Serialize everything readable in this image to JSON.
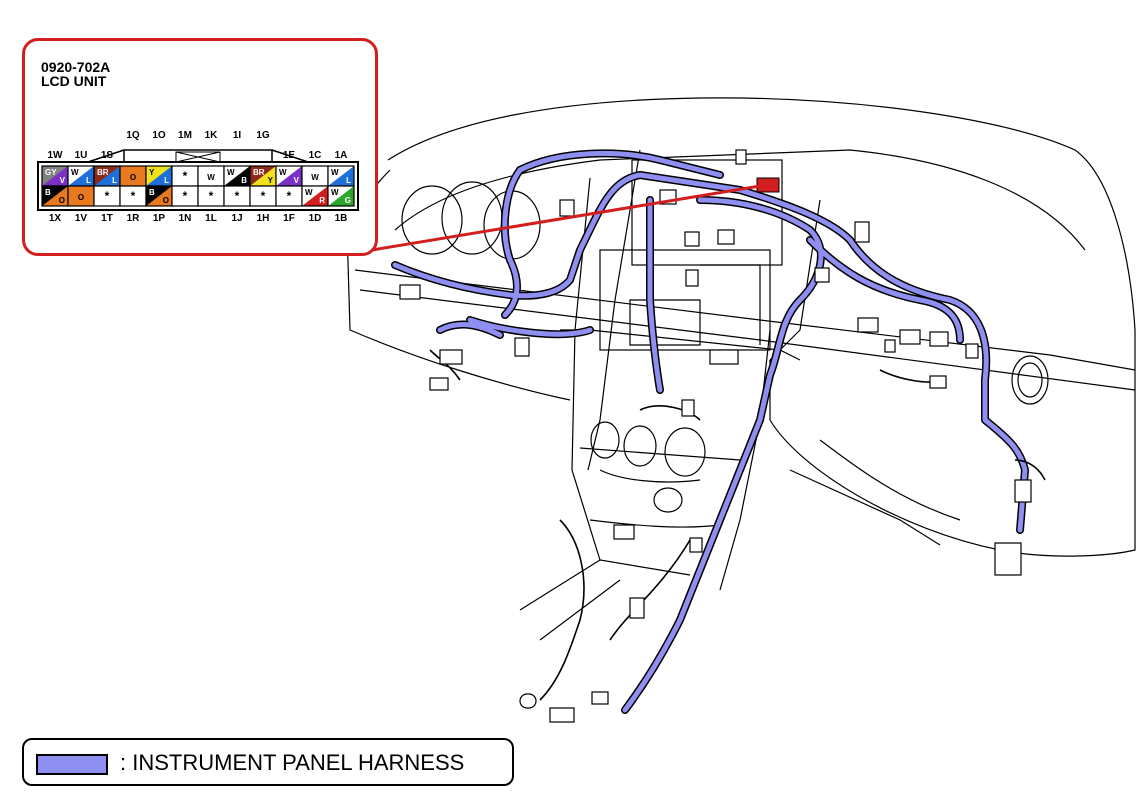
{
  "connector": {
    "part_number": "0920-702A",
    "name": "LCD UNIT",
    "top_labels": [
      {
        "id": "1W"
      },
      {
        "id": "1U"
      },
      {
        "id": "1S"
      },
      {
        "id": "1Q"
      },
      {
        "id": "1O"
      },
      {
        "id": "1M"
      },
      {
        "id": "1K"
      },
      {
        "id": "1I"
      },
      {
        "id": "1G"
      },
      {
        "id": "1E"
      },
      {
        "id": "1C"
      },
      {
        "id": "1A"
      }
    ],
    "bottom_labels": [
      {
        "id": "1X"
      },
      {
        "id": "1V"
      },
      {
        "id": "1T"
      },
      {
        "id": "1R"
      },
      {
        "id": "1P"
      },
      {
        "id": "1N"
      },
      {
        "id": "1L"
      },
      {
        "id": "1J"
      },
      {
        "id": "1H"
      },
      {
        "id": "1F"
      },
      {
        "id": "1D"
      },
      {
        "id": "1B"
      }
    ],
    "top_row": [
      {
        "text": "GY",
        "text2": "V",
        "colors": [
          "#808080",
          "#7b2fc9"
        ]
      },
      {
        "text": "W",
        "text2": "L",
        "colors": [
          "#ffffff",
          "#1e6fd9"
        ]
      },
      {
        "text": "BR",
        "text2": "L",
        "colors": [
          "#8b2a1a",
          "#1e6fd9"
        ]
      },
      {
        "text": "O",
        "text2": "",
        "colors": [
          "#e8791e"
        ]
      },
      {
        "text": "Y",
        "text2": "L",
        "colors": [
          "#f2e21b",
          "#1e6fd9"
        ]
      },
      {
        "text": "*",
        "text2": "",
        "colors": [
          "#ffffff"
        ]
      },
      {
        "text": "W",
        "text2": "",
        "colors": [
          "#ffffff"
        ]
      },
      {
        "text": "W",
        "text2": "B",
        "colors": [
          "#ffffff",
          "#000000"
        ]
      },
      {
        "text": "BR",
        "text2": "Y",
        "colors": [
          "#8b2a1a",
          "#f2e21b"
        ]
      },
      {
        "text": "W",
        "text2": "V",
        "colors": [
          "#ffffff",
          "#7b2fc9"
        ]
      },
      {
        "text": "W",
        "text2": "",
        "colors": [
          "#ffffff"
        ]
      },
      {
        "text": "W",
        "text2": "L",
        "colors": [
          "#ffffff",
          "#1e6fd9"
        ]
      }
    ],
    "bottom_row": [
      {
        "text": "B",
        "text2": "O",
        "colors": [
          "#000000",
          "#e8791e"
        ]
      },
      {
        "text": "O",
        "text2": "",
        "colors": [
          "#e8791e"
        ]
      },
      {
        "text": "*",
        "text2": "",
        "colors": [
          "#ffffff"
        ]
      },
      {
        "text": "*",
        "text2": "",
        "colors": [
          "#ffffff"
        ]
      },
      {
        "text": "B",
        "text2": "O",
        "colors": [
          "#000000",
          "#e8791e"
        ]
      },
      {
        "text": "*",
        "text2": "",
        "colors": [
          "#ffffff"
        ]
      },
      {
        "text": "*",
        "text2": "",
        "colors": [
          "#ffffff"
        ]
      },
      {
        "text": "*",
        "text2": "",
        "colors": [
          "#ffffff"
        ]
      },
      {
        "text": "*",
        "text2": "",
        "colors": [
          "#ffffff"
        ]
      },
      {
        "text": "*",
        "text2": "",
        "colors": [
          "#ffffff"
        ]
      },
      {
        "text": "W",
        "text2": "R",
        "colors": [
          "#ffffff",
          "#d21e1e"
        ]
      },
      {
        "text": "W",
        "text2": "G",
        "colors": [
          "#ffffff",
          "#2ea62e"
        ]
      }
    ]
  },
  "legend": {
    "label": ": INSTRUMENT PANEL HARNESS",
    "harness_color": "#8f8ff2"
  },
  "colors": {
    "callout_border": "#d21e1e",
    "harness": "#8f8ff2",
    "outline": "#000000"
  }
}
